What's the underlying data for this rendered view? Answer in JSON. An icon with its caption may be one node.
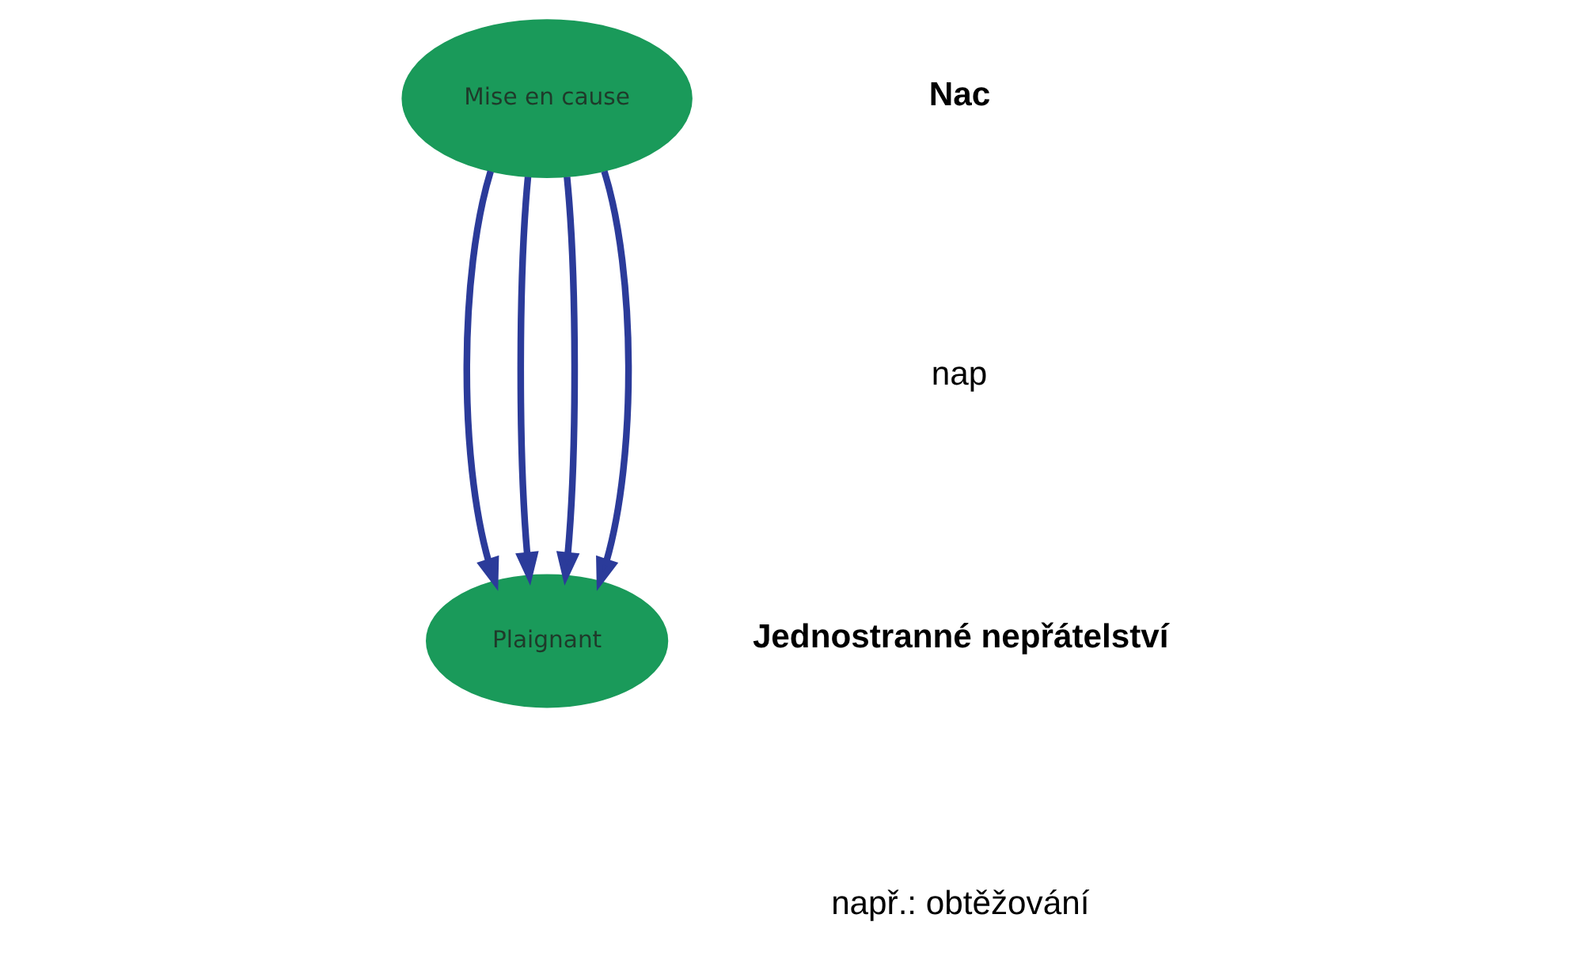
{
  "diagram": {
    "nodes": [
      {
        "text": [
          "Mise en cause"
        ]
      },
      {
        "text": [
          "Plaignant"
        ]
      }
    ],
    "edges": [
      {
        "from": 0,
        "to": 1,
        "arrow": "to"
      },
      {
        "from": 0,
        "to": 1,
        "arrow": "to"
      },
      {
        "from": 0,
        "to": 1,
        "arrow": "to"
      },
      {
        "from": 0,
        "to": 1,
        "arrow": "to"
      }
    ],
    "labels": [
      "Nac",
      "nap",
      "Jednostranné nepřátelství",
      "např.: obtěžování"
    ]
  }
}
